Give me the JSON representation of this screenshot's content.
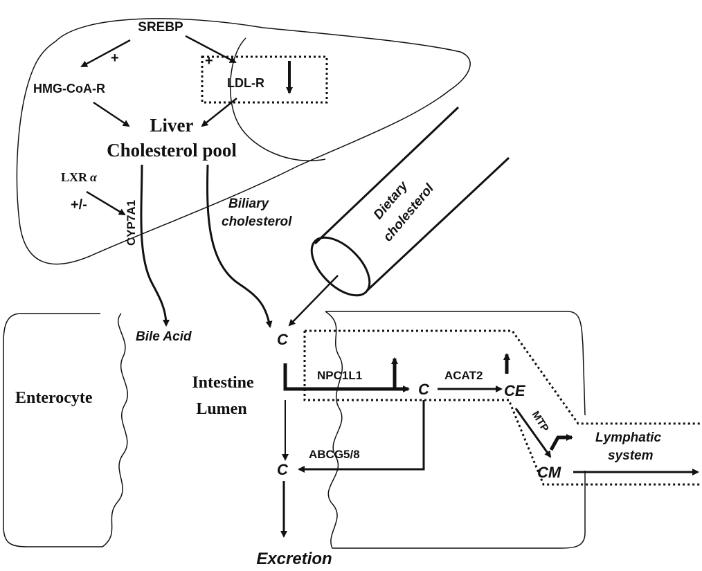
{
  "liver": {
    "srebp": "SREBP",
    "plus_left": "+",
    "plus_right": "+",
    "hmg": "HMG-CoA-R",
    "ldlr": "LDL-R",
    "liver": "Liver",
    "pool": "Cholesterol pool",
    "lxr": "LXR",
    "alpha": "α",
    "plusminus": "+/-",
    "cyp": "CYP7A1",
    "biliary1": "Biliary",
    "biliary2": "cholesterol"
  },
  "dietary": {
    "line1": "Dietary",
    "line2": "cholesterol"
  },
  "intestine": {
    "bile_acid": "Bile Acid",
    "c_top": "C",
    "enterocyte": "Enterocyte",
    "intestine": "Intestine",
    "lumen": "Lumen",
    "npc": "NPC1L1",
    "c_mid": "C",
    "acat": "ACAT2",
    "ce": "CE",
    "mtp": "MTP",
    "abcg": "ABCG5/8",
    "c_low": "C",
    "cm": "CM",
    "lymph1": "Lymphatic",
    "lymph2": "system",
    "excretion": "Excretion"
  }
}
